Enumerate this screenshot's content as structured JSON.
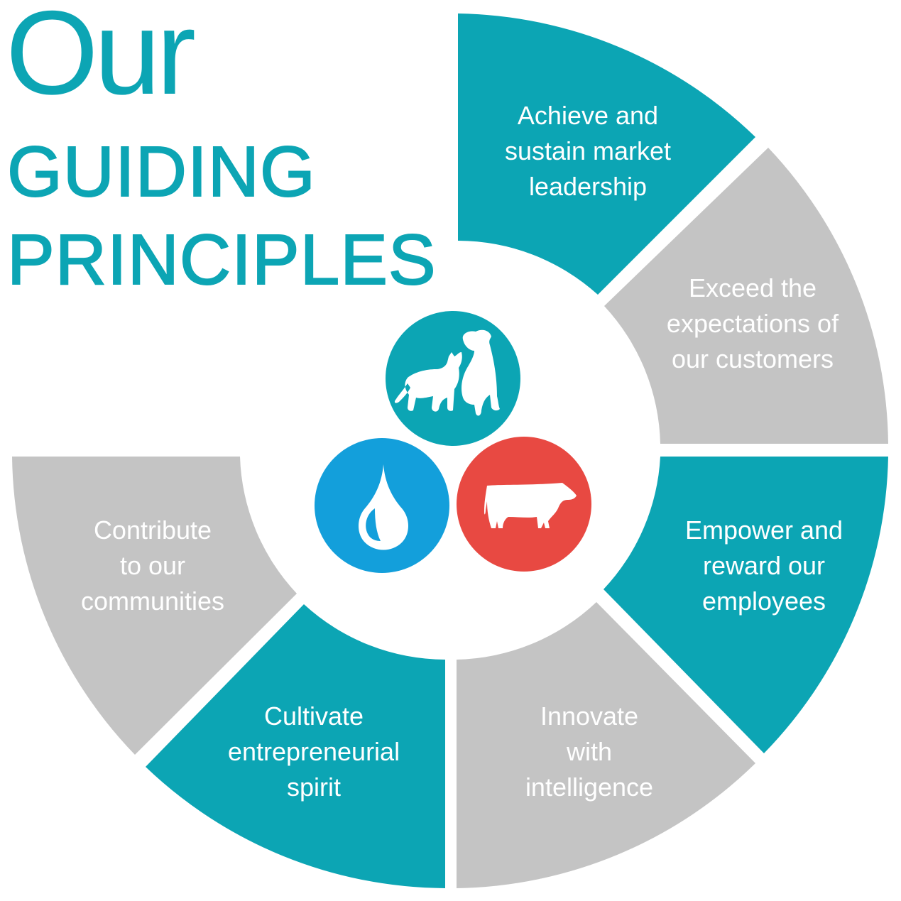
{
  "title": {
    "line1": "Our",
    "line2": "GUIDING",
    "line3": "PRINCIPLES",
    "color": "#0ca5b4"
  },
  "colors": {
    "teal": "#0ca5b4",
    "gray": "#c4c4c4",
    "blue": "#139fdb",
    "red": "#e84942",
    "white": "#ffffff"
  },
  "segments": [
    {
      "id": "achieve",
      "lines": [
        "Achieve and",
        "sustain market",
        "leadership"
      ],
      "color": "teal"
    },
    {
      "id": "exceed",
      "lines": [
        "Exceed the",
        "expectations of",
        "our customers"
      ],
      "color": "gray"
    },
    {
      "id": "empower",
      "lines": [
        "Empower and",
        "reward our",
        "employees"
      ],
      "color": "teal"
    },
    {
      "id": "innovate",
      "lines": [
        "Innovate",
        "with",
        "intelligence"
      ],
      "color": "gray"
    },
    {
      "id": "cultivate",
      "lines": [
        "Cultivate",
        "entrepreneurial",
        "spirit"
      ],
      "color": "teal"
    },
    {
      "id": "contribute",
      "lines": [
        "Contribute",
        "to our",
        "communities"
      ],
      "color": "gray"
    }
  ],
  "center_icons": [
    {
      "name": "pets-icon",
      "label": "cat and dog",
      "color": "teal"
    },
    {
      "name": "water-drop-icon",
      "label": "water drop",
      "color": "blue"
    },
    {
      "name": "cow-icon",
      "label": "cattle",
      "color": "red"
    }
  ]
}
